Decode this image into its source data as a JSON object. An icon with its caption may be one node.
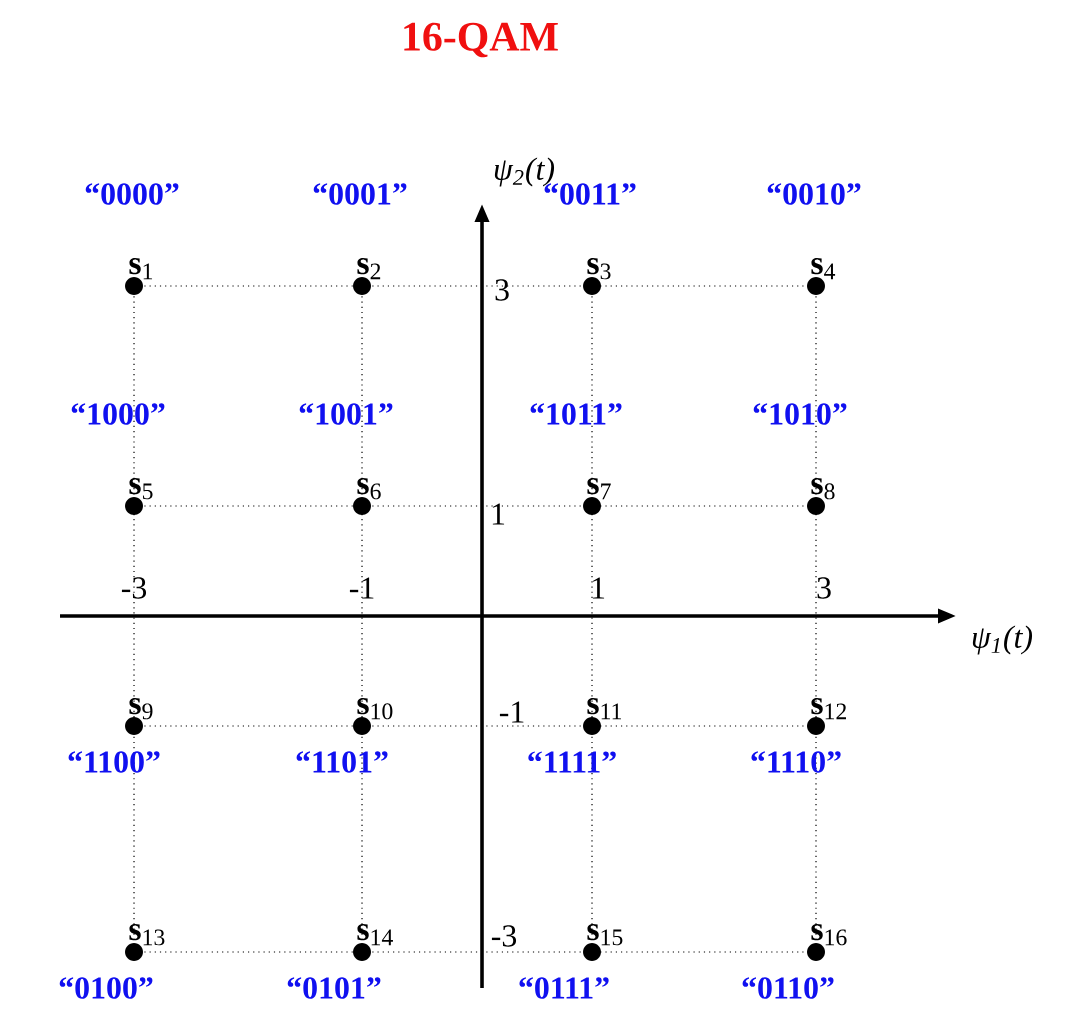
{
  "diagram": {
    "title": "16-QAM",
    "nodes": [
      {
        "text": [],
        "shape": "circle",
        "beside": [
          "**s**$_{1}$",
          "“0000”"
        ]
      },
      {
        "text": [],
        "shape": "circle",
        "beside": [
          "**s**$_{2}$",
          "“0001”"
        ]
      },
      {
        "text": [],
        "shape": "circle",
        "beside": [
          "**s**$_{3}$",
          "“0011”"
        ]
      },
      {
        "text": [],
        "shape": "circle",
        "beside": [
          "**s**$_{4}$",
          "“0010”"
        ]
      },
      {
        "text": [],
        "shape": "circle",
        "beside": [
          "**s**$_{5}$",
          "“1000”"
        ]
      },
      {
        "text": [],
        "shape": "circle",
        "beside": [
          "**s**$_{6}$",
          "“1001”"
        ]
      },
      {
        "text": [],
        "shape": "circle",
        "beside": [
          "**s**$_{7}$",
          "“1011”"
        ]
      },
      {
        "text": [],
        "shape": "circle",
        "beside": [
          "**s**$_{8}$",
          "“1010”"
        ]
      },
      {
        "text": [],
        "shape": "circle",
        "beside": [
          "**s**$_{9}$",
          "“1100”"
        ]
      },
      {
        "text": [],
        "shape": "circle",
        "beside": [
          "**s**$_{10}$",
          "“1101”"
        ]
      },
      {
        "text": [],
        "shape": "circle",
        "beside": [
          "**s**$_{11}$",
          "“1111”"
        ]
      },
      {
        "text": [],
        "shape": "circle",
        "beside": [
          "**s**$_{12}$",
          "“1110”"
        ]
      },
      {
        "text": [],
        "shape": "circle",
        "beside": [
          "**s**$_{13}$",
          "“0100”"
        ]
      },
      {
        "text": [],
        "shape": "circle",
        "beside": [
          "**s**$_{14}$",
          "“0101”"
        ]
      },
      {
        "text": [],
        "shape": "circle",
        "beside": [
          "**s**$_{15}$",
          "“0111”"
        ]
      },
      {
        "text": [],
        "shape": "circle",
        "beside": [
          "**s**$_{16}$",
          "“0110”"
        ]
      }
    ],
    "labels": [
      "ψ$_{2}$(t)",
      "3",
      "1",
      "-1",
      "-3",
      "-3",
      "-1",
      "1",
      "3",
      "ψ$_{1}$(t)"
    ]
  }
}
